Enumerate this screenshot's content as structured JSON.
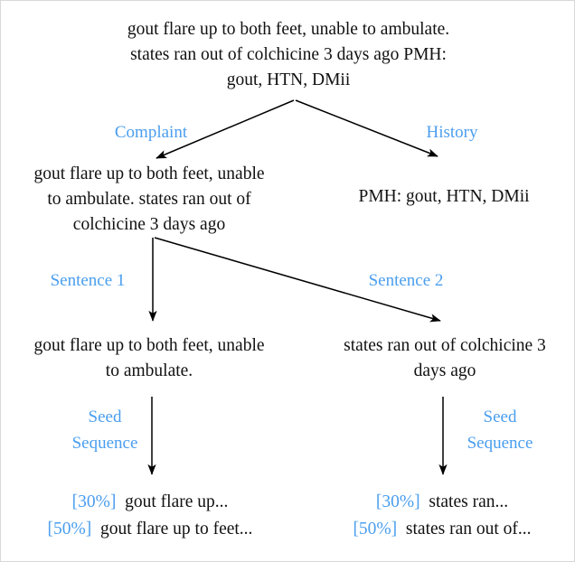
{
  "diagram": {
    "type": "decomposition-tree",
    "accent_color": "#4a9eee",
    "text_color": "#111111",
    "background": "#ffffff",
    "border_color": "#d8d8d8",
    "root": {
      "text": "gout flare up to both feet, unable to ambulate.\nstates ran out of colchicine 3 days ago PMH:\ngout, HTN, DMii"
    },
    "level_1": {
      "edges": [
        {
          "label": "Complaint"
        },
        {
          "label": "History"
        }
      ],
      "nodes": [
        {
          "text": "gout flare up to both feet, unable\nto ambulate. states ran out of\ncolchicine 3 days ago"
        },
        {
          "text": "PMH: gout, HTN, DMii"
        }
      ]
    },
    "level_2": {
      "edges": [
        {
          "label": "Sentence 1"
        },
        {
          "label": "Sentence 2"
        }
      ],
      "nodes": [
        {
          "text": "gout flare up to both feet, unable\nto ambulate."
        },
        {
          "text": "states ran out of colchicine 3\ndays ago"
        }
      ]
    },
    "level_3": {
      "edges": [
        {
          "label": "Seed\nSequence"
        },
        {
          "label": "Seed\nSequence"
        }
      ],
      "leaves": [
        {
          "rows": [
            {
              "percent": "[30%]",
              "text": "gout flare up..."
            },
            {
              "percent": "[50%]",
              "text": "gout flare up to feet..."
            }
          ]
        },
        {
          "rows": [
            {
              "percent": "[30%]",
              "text": "states ran..."
            },
            {
              "percent": "[50%]",
              "text": "states ran out of..."
            }
          ]
        }
      ]
    }
  }
}
